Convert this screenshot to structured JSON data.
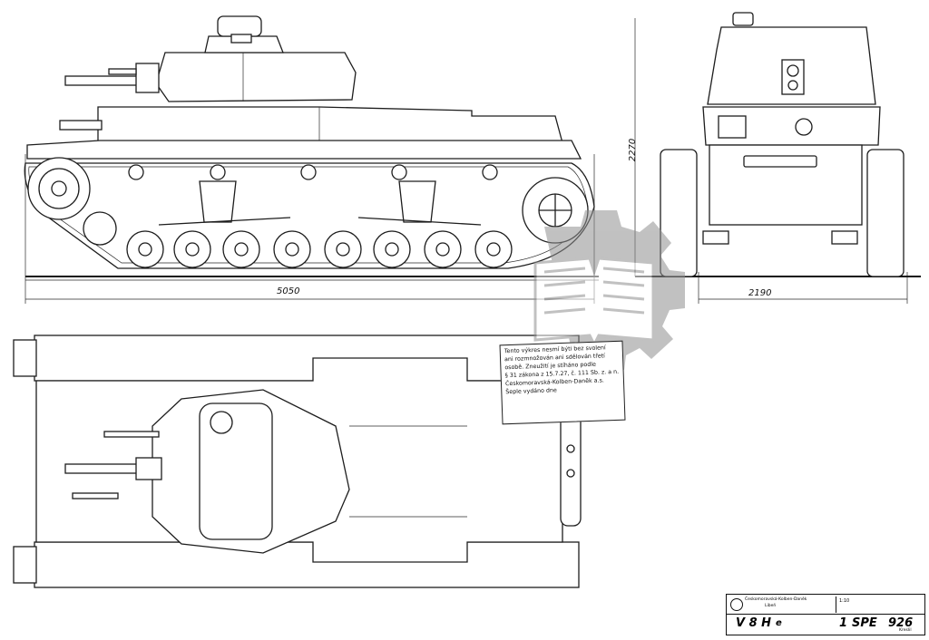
{
  "dimensions": {
    "length": "5050",
    "height": "2270",
    "width": "2190"
  },
  "notice": {
    "lines": [
      "Tento výkres nesmí býti bez svolení",
      "ani rozmnožován ani sdělován třetí",
      "osobě. Zneužití je stíháno podle",
      "§ 31 zákona z 15.7.27, č. 111 Sb. z. a n.",
      "Českomoravská-Kolben-Daněk a.s.",
      "Šeple vydáno dne"
    ]
  },
  "title_block": {
    "company": "Českomoravská-Kolben-Daněk",
    "company_sub": "Libeň",
    "scale": "1:10",
    "model": "V 8 H",
    "model_suffix": "e",
    "sheet": "1",
    "series": "SPE",
    "number": "926",
    "signature": "Kreslil"
  },
  "watermark": {
    "icon": "book-gear-emblem-icon",
    "color": "#8f8f8f"
  },
  "colors": {
    "ink": "#1d1d1d",
    "paper": "#ffffff"
  }
}
